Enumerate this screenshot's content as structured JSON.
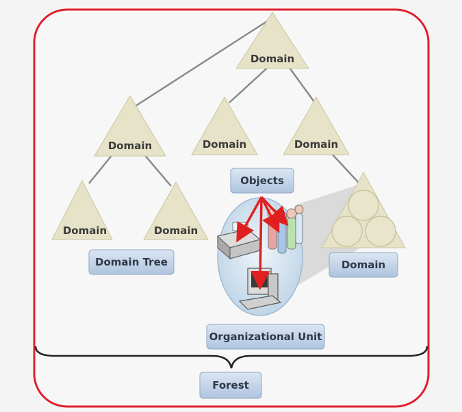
{
  "nodes": {
    "root_domain": "Domain",
    "left_domain": "Domain",
    "middle_domain": "Domain",
    "right_domain": "Domain",
    "leaf_left_domain": "Domain",
    "leaf_right_domain": "Domain"
  },
  "labels": {
    "objects": "Objects",
    "domain_tree": "Domain Tree",
    "domain_detail": "Domain",
    "organizational_unit": "Organizational Unit",
    "forest": "Forest"
  },
  "colors": {
    "frame_border": "#e0202a",
    "triangle_fill": "#e6e3c8",
    "triangle_stroke": "#c9c4a0",
    "pill_fill": "#c7d7ea",
    "pill_stroke": "#8fa6c4",
    "connector": "#8a8a8a",
    "arrow": "#e02020",
    "ou_circle": "#d6e6f2"
  }
}
